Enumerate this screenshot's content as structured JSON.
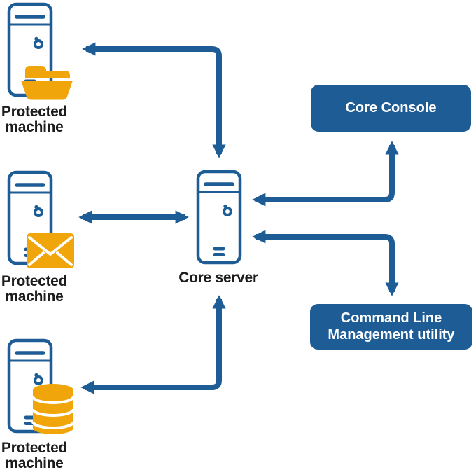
{
  "colors": {
    "accent_blue": "#1E5C96",
    "accent_yellow": "#F0A60A",
    "label_text": "#1C1C1C",
    "box_text": "#FFFFFF",
    "canvas_bg": "#FFFFFF"
  },
  "nodes": {
    "machineTop": {
      "label": "Protected machine",
      "icon": "server-tower-icon",
      "badge_icon": "folder-icon"
    },
    "machineMiddle": {
      "label": "Protected machine",
      "icon": "server-tower-icon",
      "badge_icon": "envelope-icon"
    },
    "machineBottom": {
      "label": "Protected machine",
      "icon": "server-tower-icon",
      "badge_icon": "database-icon"
    },
    "coreServer": {
      "label": "Core server",
      "icon": "server-tower-icon"
    },
    "coreConsole": {
      "label": "Core Console"
    },
    "cliUtility": {
      "label": "Command Line Management utility"
    }
  },
  "connections": [
    {
      "between": [
        "Protected machine (top, folder)",
        "Core server"
      ],
      "shape": "elbow",
      "arrowheads": "both-ends"
    },
    {
      "between": [
        "Protected machine (middle, envelope)",
        "Core server"
      ],
      "shape": "straight",
      "arrowheads": "both-ends"
    },
    {
      "between": [
        "Protected machine (bottom, database)",
        "Core server"
      ],
      "shape": "elbow",
      "arrowheads": "both-ends"
    },
    {
      "between": [
        "Core server",
        "Core Console"
      ],
      "shape": "elbow",
      "arrowheads": "both-ends"
    },
    {
      "between": [
        "Core server",
        "Command Line Management utility"
      ],
      "shape": "elbow",
      "arrowheads": "both-ends"
    }
  ]
}
